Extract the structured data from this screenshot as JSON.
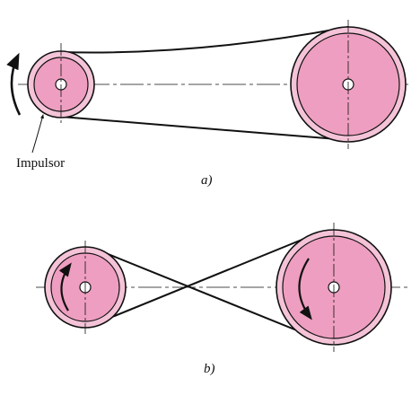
{
  "figure_a": {
    "caption": "a)",
    "driver_label": "Impulsor"
  },
  "figure_b": {
    "caption": "b)"
  },
  "colors": {
    "pulley_outer": "#f4c3d7",
    "pulley_inner": "#ee9ec0",
    "stroke": "#111111",
    "background": "#ffffff"
  }
}
